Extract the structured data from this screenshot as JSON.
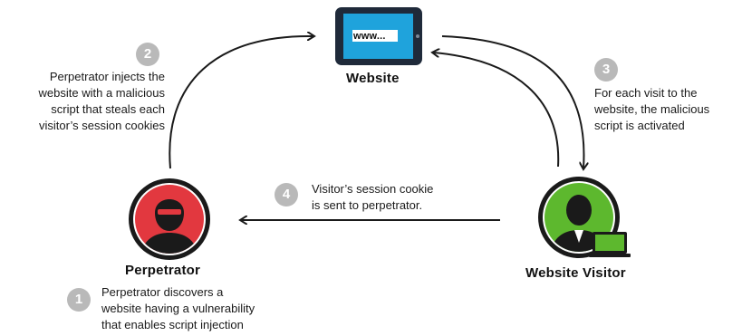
{
  "nodes": {
    "website": {
      "label": "Website",
      "screen_text": "www..."
    },
    "perpetrator": {
      "label": "Perpetrator"
    },
    "visitor": {
      "label": "Website Visitor"
    }
  },
  "steps": [
    {
      "number": "1",
      "text": "Perpetrator discovers a\nwebsite having a vulnerability\nthat enables script injection"
    },
    {
      "number": "2",
      "text": "Perpetrator injects the\nwebsite with a malicious\nscript that steals each\nvisitor’s session cookies"
    },
    {
      "number": "3",
      "text": "For each visit to the\nwebsite, the malicious\nscript is activated"
    },
    {
      "number": "4",
      "text": "Visitor’s session cookie\nis sent to perpetrator."
    }
  ],
  "colors": {
    "tablet_frame": "#1f2a3a",
    "tablet_screen": "#1fa3dc",
    "perpetrator_ring": "#e2383f",
    "visitor_ring": "#5db82e",
    "badge": "#b9b9b9",
    "arrow": "#1a1a1a"
  }
}
